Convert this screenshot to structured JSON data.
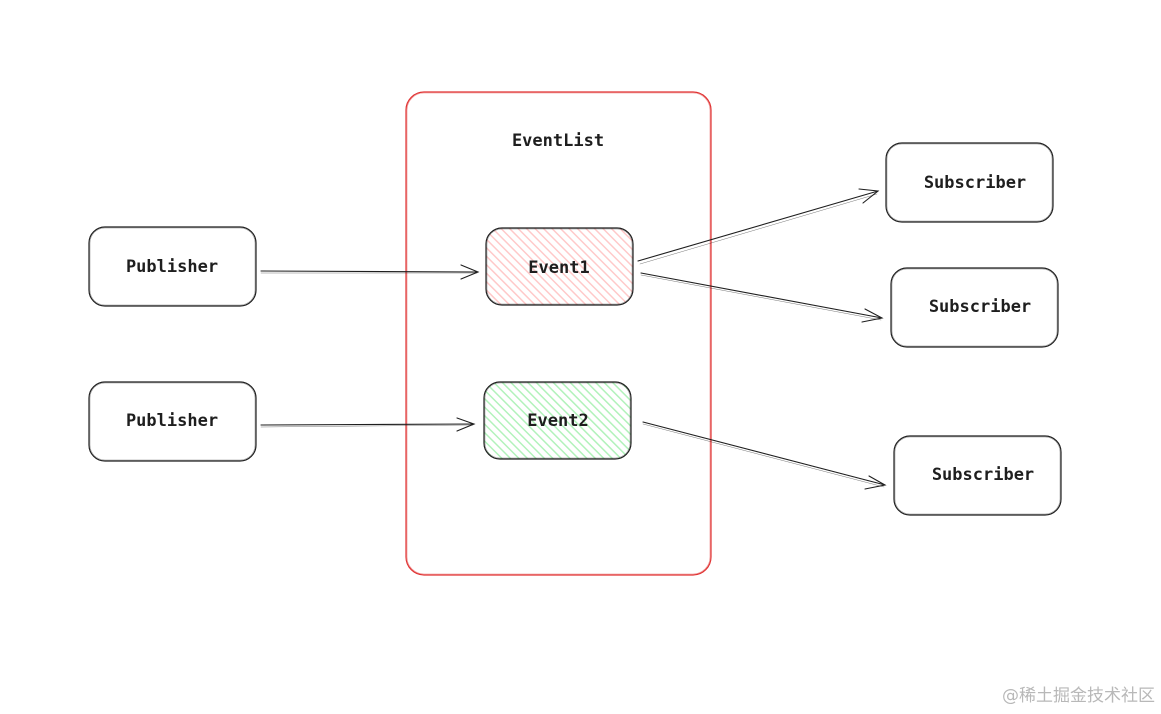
{
  "container": {
    "label": "EventList",
    "stroke": "#e03131"
  },
  "publishers": [
    {
      "label": "Publisher"
    },
    {
      "label": "Publisher"
    }
  ],
  "events": [
    {
      "label": "Event1",
      "fill": "#ffc9c9",
      "stroke": "#1e1e1e"
    },
    {
      "label": "Event2",
      "fill": "#b2f2bb",
      "stroke": "#1e1e1e"
    }
  ],
  "subscribers": [
    {
      "label": "Subscriber"
    },
    {
      "label": "Subscriber"
    },
    {
      "label": "Subscriber"
    }
  ],
  "watermark": "@稀土掘金技术社区",
  "colors": {
    "stroke": "#1e1e1e",
    "background": "#ffffff"
  }
}
